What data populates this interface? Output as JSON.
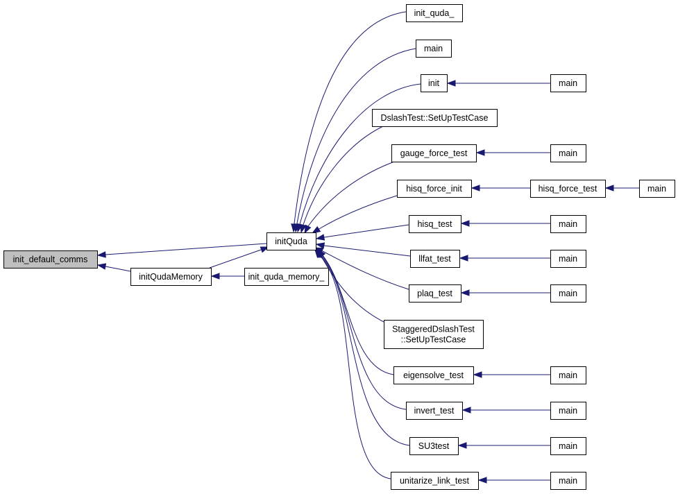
{
  "graph": {
    "type": "caller-graph",
    "colors": {
      "edge": "#191970",
      "root_fill": "#bfbfbf",
      "node_fill": "#ffffff",
      "node_border": "#000000"
    },
    "nodes": [
      {
        "id": "n_root",
        "label": [
          "init_default_comms"
        ],
        "root": true
      },
      {
        "id": "n_initQuda",
        "label": [
          "initQuda"
        ]
      },
      {
        "id": "n_initQudaMemory",
        "label": [
          "initQudaMemory"
        ]
      },
      {
        "id": "n_init_quda_memory_",
        "label": [
          "init_quda_memory_"
        ]
      },
      {
        "id": "n_init_quda_",
        "label": [
          "init_quda_"
        ]
      },
      {
        "id": "n_main_a",
        "label": [
          "main"
        ]
      },
      {
        "id": "n_init",
        "label": [
          "init"
        ]
      },
      {
        "id": "n_main_init",
        "label": [
          "main"
        ]
      },
      {
        "id": "n_dslash_setup",
        "label": [
          "DslashTest::SetUpTestCase"
        ]
      },
      {
        "id": "n_gauge_force_test",
        "label": [
          "gauge_force_test"
        ]
      },
      {
        "id": "n_main_gauge",
        "label": [
          "main"
        ]
      },
      {
        "id": "n_hisq_force_init",
        "label": [
          "hisq_force_init"
        ]
      },
      {
        "id": "n_hisq_force_test",
        "label": [
          "hisq_force_test"
        ]
      },
      {
        "id": "n_main_hisq_force",
        "label": [
          "main"
        ]
      },
      {
        "id": "n_hisq_test",
        "label": [
          "hisq_test"
        ]
      },
      {
        "id": "n_main_hisq",
        "label": [
          "main"
        ]
      },
      {
        "id": "n_llfat_test",
        "label": [
          "llfat_test"
        ]
      },
      {
        "id": "n_main_llfat",
        "label": [
          "main"
        ]
      },
      {
        "id": "n_plaq_test",
        "label": [
          "plaq_test"
        ]
      },
      {
        "id": "n_main_plaq",
        "label": [
          "main"
        ]
      },
      {
        "id": "n_staggered_setup",
        "label": [
          "StaggeredDslashTest",
          "::SetUpTestCase"
        ]
      },
      {
        "id": "n_eigensolve_test",
        "label": [
          "eigensolve_test"
        ]
      },
      {
        "id": "n_main_eigen",
        "label": [
          "main"
        ]
      },
      {
        "id": "n_invert_test",
        "label": [
          "invert_test"
        ]
      },
      {
        "id": "n_main_invert",
        "label": [
          "main"
        ]
      },
      {
        "id": "n_su3test",
        "label": [
          "SU3test"
        ]
      },
      {
        "id": "n_main_su3",
        "label": [
          "main"
        ]
      },
      {
        "id": "n_unitarize_link_test",
        "label": [
          "unitarize_link_test"
        ]
      },
      {
        "id": "n_main_unitarize",
        "label": [
          "main"
        ]
      }
    ],
    "edges": [
      {
        "from": "n_initQuda",
        "to": "n_root"
      },
      {
        "from": "n_initQudaMemory",
        "to": "n_root"
      },
      {
        "from": "n_initQudaMemory",
        "to": "n_initQuda"
      },
      {
        "from": "n_init_quda_memory_",
        "to": "n_initQudaMemory"
      },
      {
        "from": "n_init_quda_",
        "to": "n_initQuda"
      },
      {
        "from": "n_main_a",
        "to": "n_initQuda"
      },
      {
        "from": "n_init",
        "to": "n_initQuda"
      },
      {
        "from": "n_main_init",
        "to": "n_init"
      },
      {
        "from": "n_dslash_setup",
        "to": "n_initQuda"
      },
      {
        "from": "n_gauge_force_test",
        "to": "n_initQuda"
      },
      {
        "from": "n_main_gauge",
        "to": "n_gauge_force_test"
      },
      {
        "from": "n_hisq_force_init",
        "to": "n_initQuda"
      },
      {
        "from": "n_hisq_force_test",
        "to": "n_hisq_force_init"
      },
      {
        "from": "n_main_hisq_force",
        "to": "n_hisq_force_test"
      },
      {
        "from": "n_hisq_test",
        "to": "n_initQuda"
      },
      {
        "from": "n_main_hisq",
        "to": "n_hisq_test"
      },
      {
        "from": "n_llfat_test",
        "to": "n_initQuda"
      },
      {
        "from": "n_main_llfat",
        "to": "n_llfat_test"
      },
      {
        "from": "n_plaq_test",
        "to": "n_initQuda"
      },
      {
        "from": "n_main_plaq",
        "to": "n_plaq_test"
      },
      {
        "from": "n_staggered_setup",
        "to": "n_initQuda"
      },
      {
        "from": "n_eigensolve_test",
        "to": "n_initQuda"
      },
      {
        "from": "n_main_eigen",
        "to": "n_eigensolve_test"
      },
      {
        "from": "n_invert_test",
        "to": "n_initQuda"
      },
      {
        "from": "n_main_invert",
        "to": "n_invert_test"
      },
      {
        "from": "n_su3test",
        "to": "n_initQuda"
      },
      {
        "from": "n_main_su3",
        "to": "n_su3test"
      },
      {
        "from": "n_unitarize_link_test",
        "to": "n_initQuda"
      },
      {
        "from": "n_main_unitarize",
        "to": "n_unitarize_link_test"
      }
    ]
  }
}
